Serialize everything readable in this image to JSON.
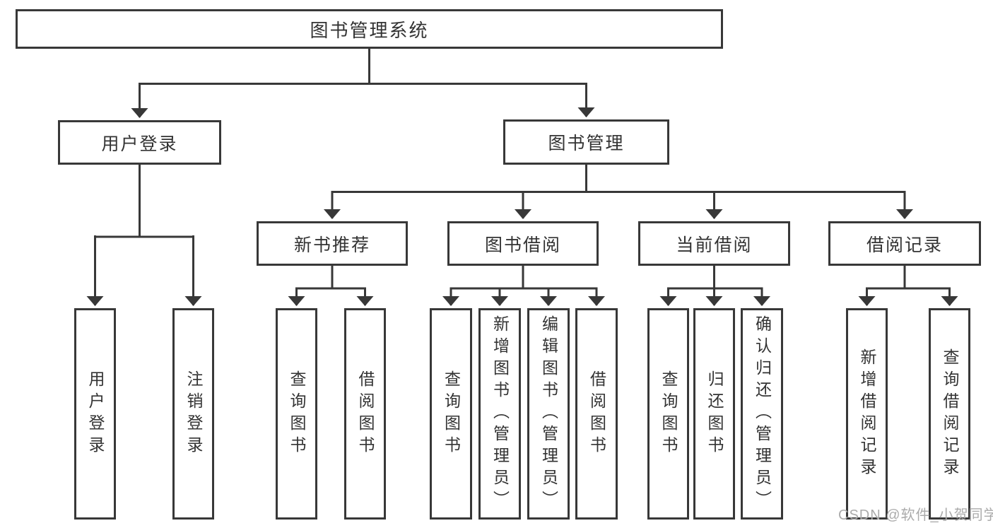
{
  "tree": {
    "label": "图书管理系统",
    "children": [
      {
        "label": "用户登录",
        "children": [
          {
            "label": "用户登录"
          },
          {
            "label": "注销登录"
          }
        ]
      },
      {
        "label": "图书管理",
        "children": [
          {
            "label": "新书推荐",
            "children": [
              {
                "label": "查询图书"
              },
              {
                "label": "借阅图书"
              }
            ]
          },
          {
            "label": "图书借阅",
            "children": [
              {
                "label": "查询图书"
              },
              {
                "label": "新增图书（管理员）"
              },
              {
                "label": "编辑图书（管理员）"
              },
              {
                "label": "借阅图书"
              }
            ]
          },
          {
            "label": "当前借阅",
            "children": [
              {
                "label": "查询图书"
              },
              {
                "label": "归还图书"
              },
              {
                "label": "确认归还（管理员）"
              }
            ]
          },
          {
            "label": "借阅记录",
            "children": [
              {
                "label": "新增借阅记录"
              },
              {
                "label": "查询借阅记录"
              }
            ]
          }
        ]
      }
    ]
  },
  "watermark": {
    "text": "CSDN @软件_小贺同学"
  },
  "colors": {
    "line": "#383838",
    "text": "#333333",
    "watermark": "#ababab",
    "background": "#ffffff"
  }
}
